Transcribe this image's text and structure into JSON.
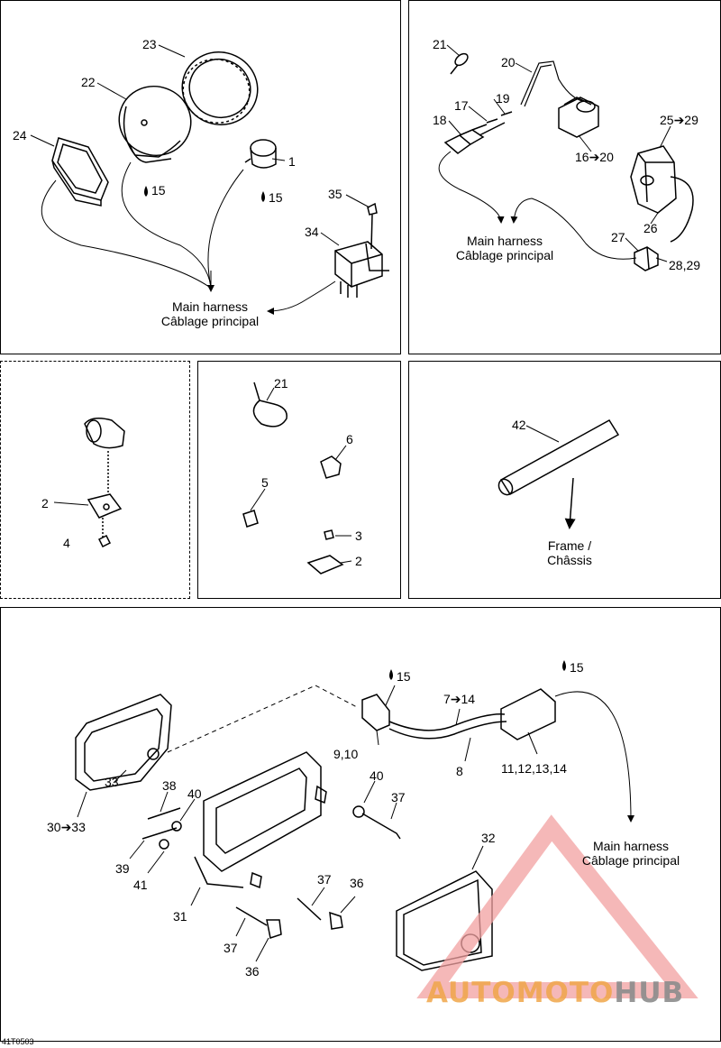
{
  "figure_code": "41T0503",
  "watermark": {
    "part1": "AUTOMOTO",
    "part2": "HUB"
  },
  "panel1": {
    "labels": [
      "23",
      "22",
      "24",
      "1",
      "35",
      "34"
    ],
    "drops": [
      "15",
      "15"
    ],
    "caption": [
      "Main harness",
      "Câblage principal"
    ]
  },
  "panel2": {
    "labels": [
      "21",
      "20",
      "19",
      "17",
      "18",
      "16➔20",
      "25➔29",
      "26",
      "27",
      "28,29"
    ],
    "caption": [
      "Main harness",
      "Câblage principal"
    ]
  },
  "panel3": {
    "labels": [
      "2",
      "4"
    ]
  },
  "panel4": {
    "labels": [
      "21",
      "6",
      "5",
      "3",
      "2"
    ]
  },
  "panel5": {
    "labels": [
      "42"
    ],
    "caption": [
      "Frame /",
      "Châssis"
    ]
  },
  "panel6": {
    "labels": [
      "7➔14",
      "9,10",
      "8",
      "11,12,13,14",
      "30➔33",
      "33",
      "38",
      "40",
      "40",
      "37",
      "39",
      "41",
      "31",
      "37",
      "36",
      "37",
      "36",
      "32"
    ],
    "drops": [
      "15",
      "15"
    ],
    "caption": [
      "Main harness",
      "Câblage principal"
    ]
  }
}
